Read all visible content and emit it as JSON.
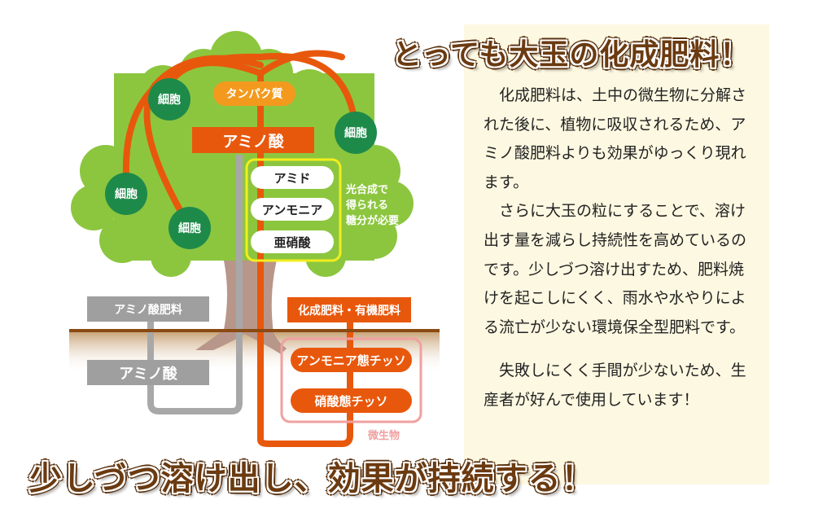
{
  "headline": "とっても大玉の化成肥料！",
  "footer_headline": "少しづつ溶け出し、効果が持続する！",
  "diagram": {
    "protein": "タンパク質",
    "amino_acid_top": "アミノ酸",
    "cells": [
      "細胞",
      "細胞",
      "細胞",
      "細胞"
    ],
    "intermediates": [
      "アミド",
      "アンモニア",
      "亜硝酸"
    ],
    "photosynthesis_note": [
      "光合成で",
      "得られる",
      "糖分が必要"
    ],
    "amino_fertilizer": "アミノ酸肥料",
    "amino_acid_soil": "アミノ酸",
    "chemical_fertilizer": "化成肥料・有機肥料",
    "ammonium_nitrogen": "アンモニア態チッソ",
    "nitrate_nitrogen": "硝酸態チッソ",
    "microbes": "微生物"
  },
  "description": {
    "paragraphs": [
      "化成肥料は、土中の微生物に分解された後に、植物に吸収されるため、アミノ酸肥料よりも効果がゆっくり現れます。",
      "さらに大玉の粒にすることで、溶け出す量を減らし持続性を高めているのです。少しづつ溶け出すため、肥料焼けを起こしにくく、雨水や水やりによる流亡が少ない環境保全型肥料です。",
      "失敗しにくく手間が少ないため、生産者が好んで使用しています！"
    ]
  },
  "colors": {
    "leaf": "#8cc63f",
    "cell": "#1e8a4a",
    "orange": "#e8580c",
    "protein": "#f39a1e",
    "gray": "#9f9f9f",
    "panel": "#fdf8e1",
    "title": "#6b3a10"
  }
}
